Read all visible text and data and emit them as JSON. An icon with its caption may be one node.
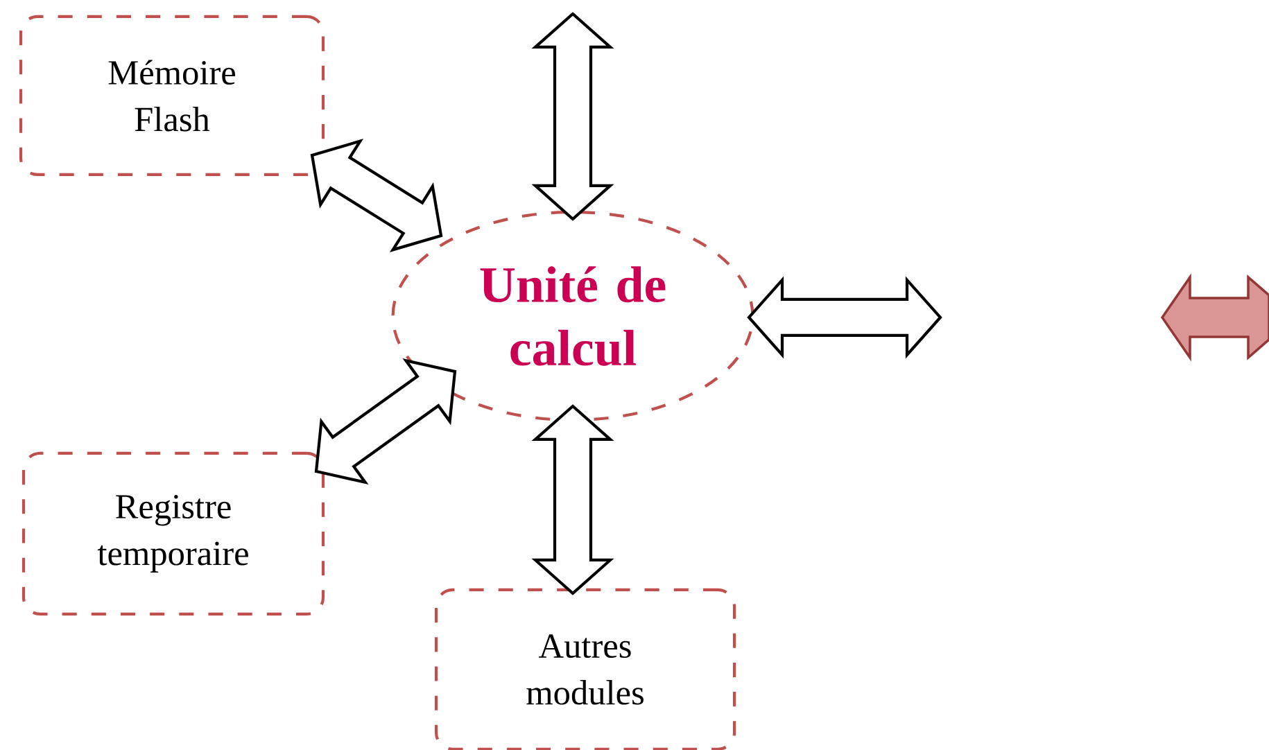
{
  "diagram": {
    "nodes": [
      {
        "text": [
          "Unité de calcul"
        ]
      },
      {
        "text": [
          "Mémoire Flash"
        ]
      },
      {
        "text": [
          "Registre temporaire"
        ]
      },
      {
        "text": [
          "Autres modules"
        ]
      }
    ],
    "edges": [
      {
        "from": 0,
        "to": null,
        "arrow": "both"
      },
      {
        "from": 1,
        "to": 0,
        "arrow": "both"
      },
      {
        "from": 0,
        "to": null,
        "arrow": "both"
      },
      {
        "from": 2,
        "to": 0,
        "arrow": "both"
      },
      {
        "from": 0,
        "to": 3,
        "arrow": "both"
      }
    ]
  }
}
